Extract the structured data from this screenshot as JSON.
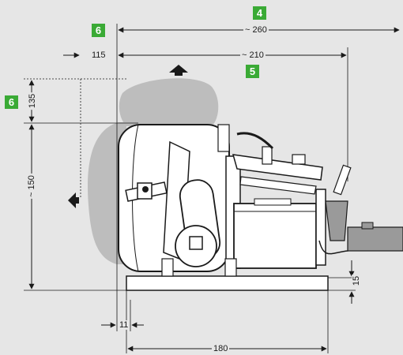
{
  "colors": {
    "background": "#e6e6e6",
    "badge": "#3aaa35",
    "swept_area": "#bdbdbd",
    "line": "#1a1a1a",
    "machine_fill": "#ffffff"
  },
  "badges": [
    {
      "id": "4",
      "label": "4"
    },
    {
      "id": "5",
      "label": "5"
    },
    {
      "id": "6a",
      "label": "6"
    },
    {
      "id": "6b",
      "label": "6"
    }
  ],
  "dimensions": {
    "top_total": "~ 260",
    "top_main": "~ 210",
    "left_offset": "115",
    "swing_height": "135",
    "body_height": "~ 150",
    "base_height": "15",
    "small_offset": "11",
    "base_length": "180"
  },
  "icons": {
    "up_arrow": "up-arrow-icon",
    "left_arrow": "left-arrow-icon"
  }
}
